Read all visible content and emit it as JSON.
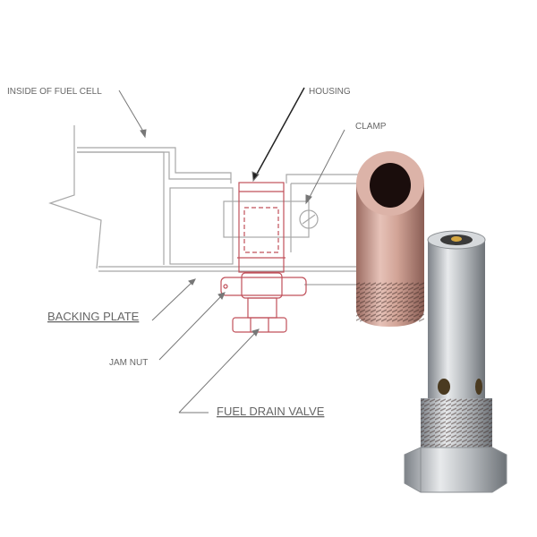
{
  "labels": {
    "inside_fuel_cell": "INSIDE OF FUEL CELL",
    "housing": "HOUSING",
    "clamp": "CLAMP",
    "backing_plate": "BACKING PLATE",
    "jam_nut": "JAM NUT",
    "fuel_drain_valve": "FUEL DRAIN VALVE"
  },
  "colors": {
    "drawing_line": "#a0a0a0",
    "part_red": "#c0505a",
    "copper": "#c9968a",
    "silver": "#b8bcc0"
  }
}
